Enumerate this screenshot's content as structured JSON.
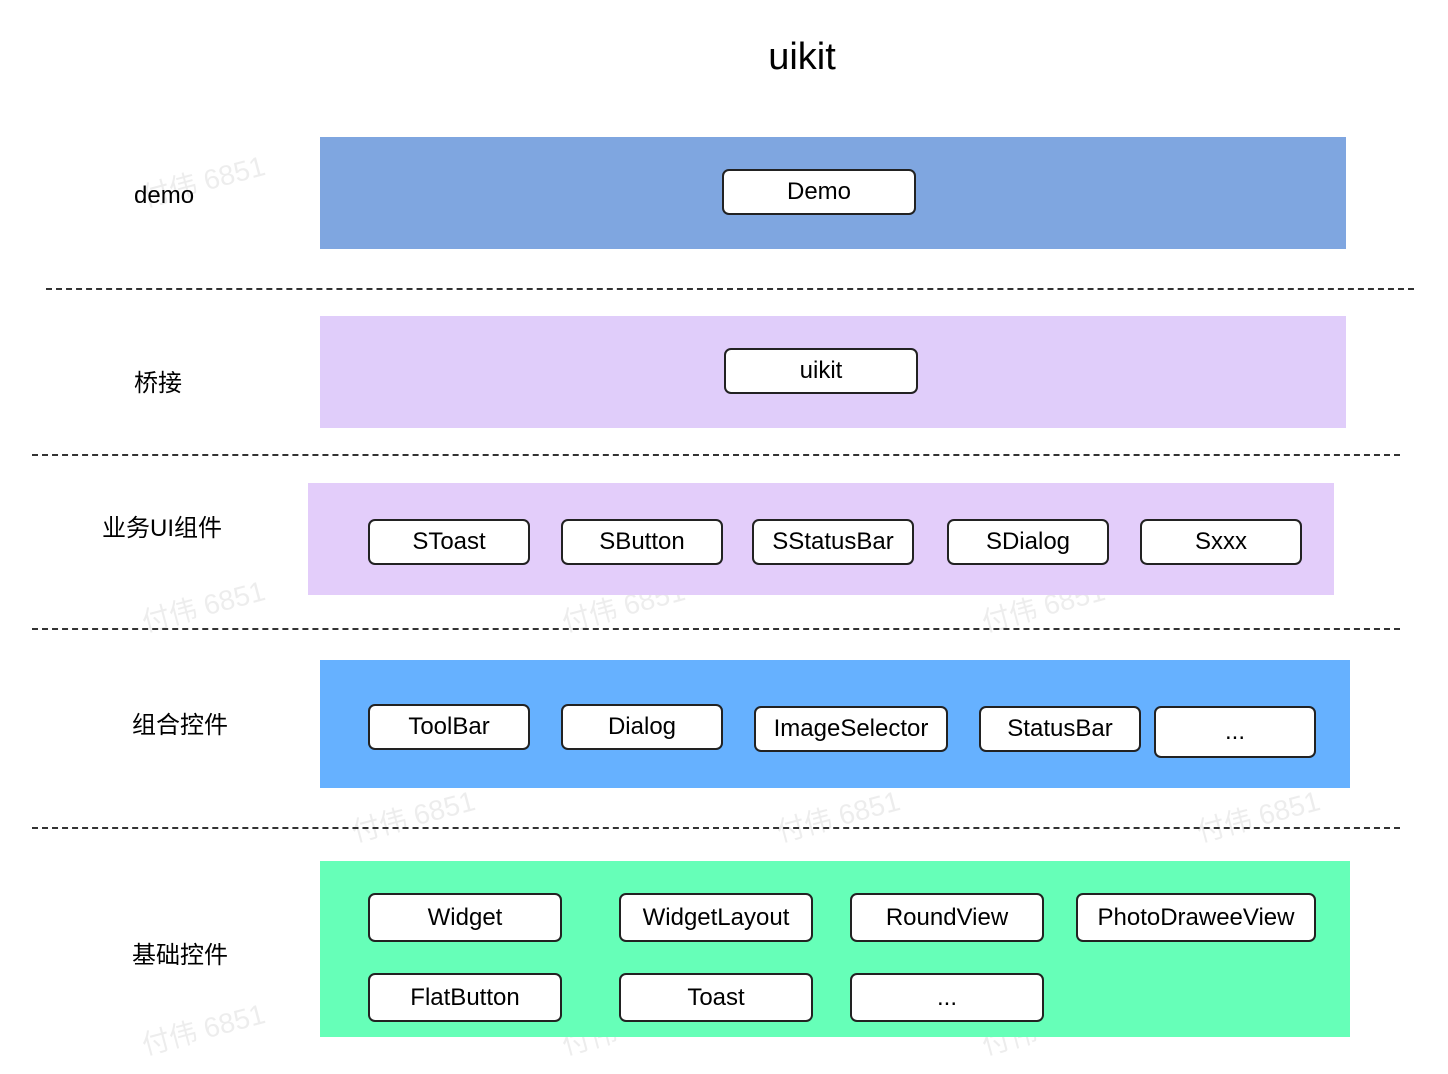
{
  "title": "uikit",
  "watermark": "付伟 6851",
  "colors": {
    "demo": "#7fa6e0",
    "bridge": "#e0cdfa",
    "business": "#e3cdfa",
    "composite": "#66b1ff",
    "basic": "#66ffb8"
  },
  "layers": [
    {
      "label": "demo",
      "items": [
        "Demo"
      ]
    },
    {
      "label": "桥接",
      "items": [
        "uikit"
      ]
    },
    {
      "label": "业务UI组件",
      "items": [
        "SToast",
        "SButton",
        "SStatusBar",
        "SDialog",
        "Sxxx"
      ]
    },
    {
      "label": "组合控件",
      "items": [
        "ToolBar",
        "Dialog",
        "ImageSelector",
        "StatusBar",
        "..."
      ]
    },
    {
      "label": "基础控件",
      "items": [
        "Widget",
        "WidgetLayout",
        "RoundView",
        "PhotoDraweeView",
        "FlatButton",
        "Toast",
        "..."
      ]
    }
  ]
}
